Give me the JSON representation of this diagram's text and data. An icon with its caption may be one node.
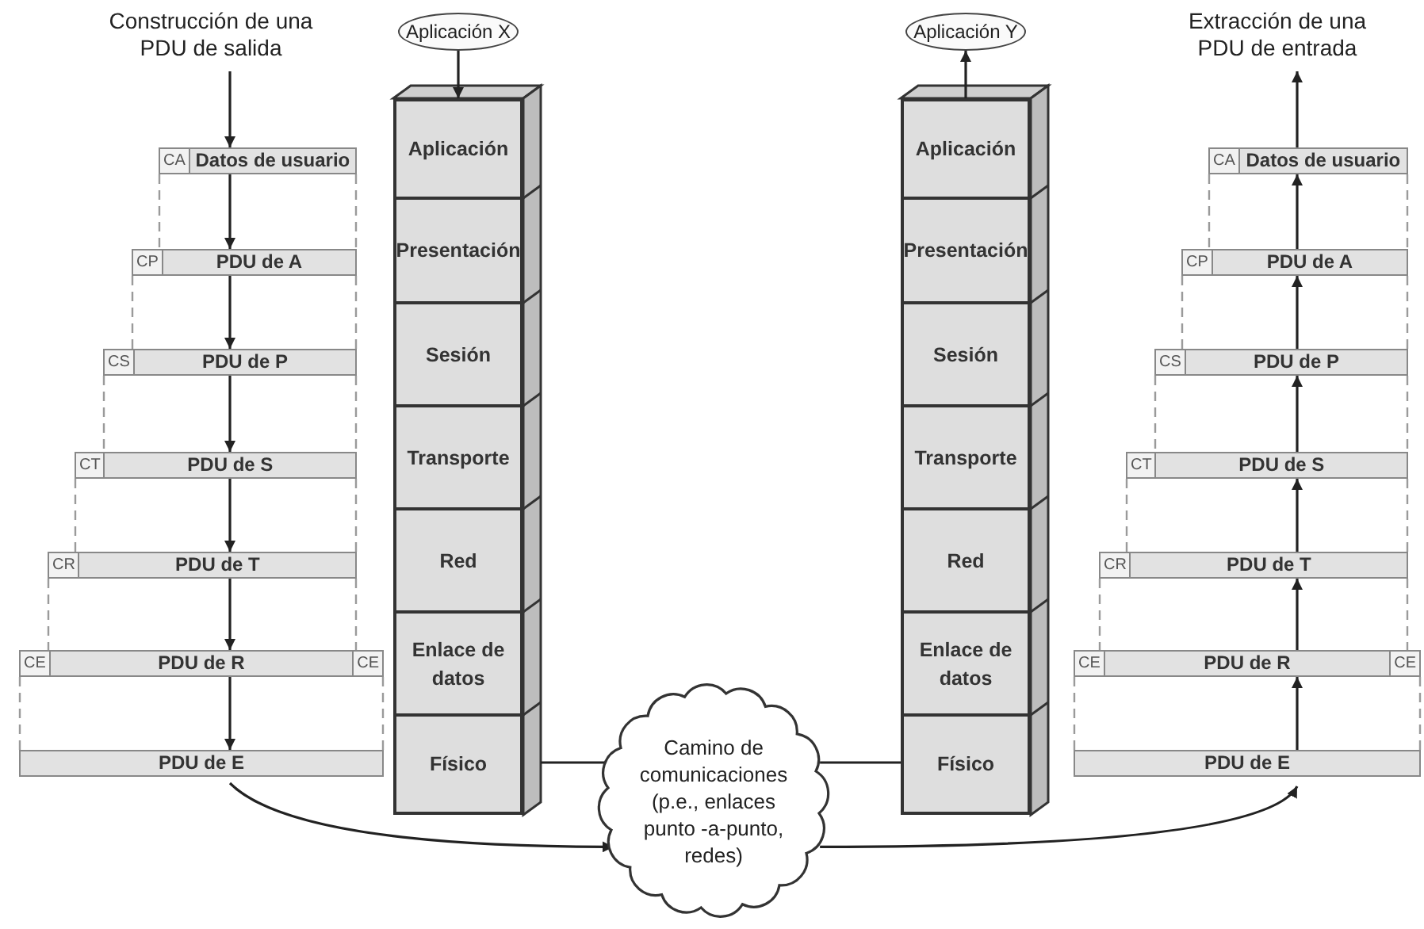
{
  "diagram": {
    "nodes": [
      {
        "text": [
          "Construcción de una PDU de salida"
        ]
      },
      {
        "text": [
          "CA",
          "Datos de usuario"
        ]
      },
      {
        "text": [
          "CP",
          "PDU de A"
        ]
      },
      {
        "text": [
          "CS",
          "PDU de P"
        ]
      },
      {
        "text": [
          "CT",
          "PDU de S"
        ]
      },
      {
        "text": [
          "CR",
          "PDU de T"
        ]
      },
      {
        "text": [
          "CE",
          "PDU de R",
          "CE"
        ]
      },
      {
        "text": [
          "PDU de E"
        ]
      },
      {
        "text": [
          "Aplicación X"
        ]
      },
      {
        "text": [
          "Aplicación"
        ]
      },
      {
        "text": [
          "Presentación"
        ]
      },
      {
        "text": [
          "Sesión"
        ]
      },
      {
        "text": [
          "Transporte"
        ]
      },
      {
        "text": [
          "Red"
        ]
      },
      {
        "text": [
          "Enlace de datos"
        ]
      },
      {
        "text": [
          "Físico"
        ]
      },
      {
        "text": [
          "Camino de comunicaciones (p.e., enlaces punto -a-punto, redes)"
        ]
      },
      {
        "text": [
          "Aplicación Y"
        ]
      },
      {
        "text": [
          "Aplicación"
        ]
      },
      {
        "text": [
          "Presentación"
        ]
      },
      {
        "text": [
          "Sesión"
        ]
      },
      {
        "text": [
          "Transporte"
        ]
      },
      {
        "text": [
          "Red"
        ]
      },
      {
        "text": [
          "Enlace de datos"
        ]
      },
      {
        "text": [
          "Físico"
        ]
      },
      {
        "text": [
          "Extracción de una PDU de entrada"
        ]
      },
      {
        "text": [
          "CA",
          "Datos de usuario"
        ]
      },
      {
        "text": [
          "CP",
          "PDU de A"
        ]
      },
      {
        "text": [
          "CS",
          "PDU de P"
        ]
      },
      {
        "text": [
          "CT",
          "PDU de S"
        ]
      },
      {
        "text": [
          "CR",
          "PDU de T"
        ]
      },
      {
        "text": [
          "CE",
          "PDU de R",
          "CE"
        ]
      },
      {
        "text": [
          "PDU de E"
        ]
      }
    ],
    "edges": [
      {
        "from": 0,
        "to": 1,
        "arrow": "to"
      },
      {
        "from": 1,
        "to": 2,
        "arrow": "to"
      },
      {
        "from": 2,
        "to": 3,
        "arrow": "to"
      },
      {
        "from": 3,
        "to": 4,
        "arrow": "to"
      },
      {
        "from": 4,
        "to": 5,
        "arrow": "to"
      },
      {
        "from": 5,
        "to": 6,
        "arrow": "to"
      },
      {
        "from": 6,
        "to": 7,
        "arrow": "to"
      },
      {
        "from": 8,
        "to": 9,
        "arrow": "to"
      },
      {
        "from": 15,
        "to": 16,
        "arrow": "none"
      },
      {
        "from": 16,
        "to": 24,
        "arrow": "none"
      },
      {
        "from": 7,
        "to": 16,
        "arrow": "to"
      },
      {
        "from": 16,
        "to": 32,
        "arrow": "to"
      },
      {
        "from": 32,
        "to": 31,
        "arrow": "to"
      },
      {
        "from": 31,
        "to": 30,
        "arrow": "to"
      },
      {
        "from": 30,
        "to": 29,
        "arrow": "to"
      },
      {
        "from": 29,
        "to": 28,
        "arrow": "to"
      },
      {
        "from": 28,
        "to": 27,
        "arrow": "to"
      },
      {
        "from": 27,
        "to": 26,
        "arrow": "to"
      },
      {
        "from": 26,
        "to": 25,
        "arrow": "to"
      },
      {
        "from": 18,
        "to": 17,
        "arrow": "to"
      }
    ]
  }
}
